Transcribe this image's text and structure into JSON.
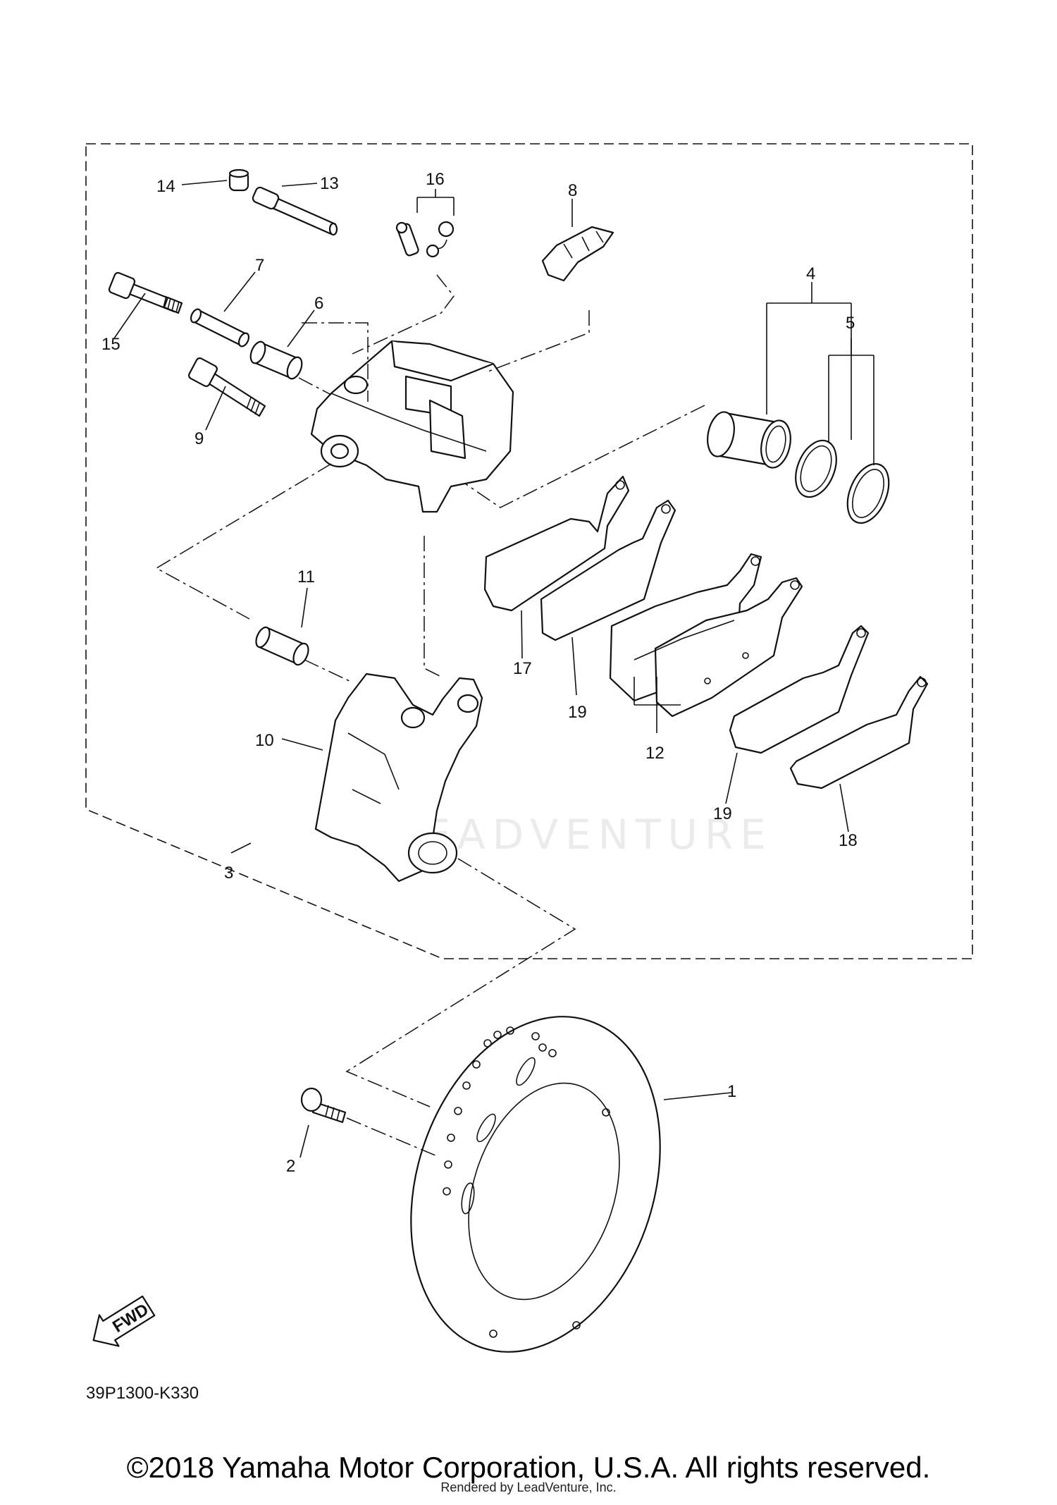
{
  "diagram": {
    "callouts": {
      "p1": "1",
      "p2": "2",
      "p3": "3",
      "p4": "4",
      "p5": "5",
      "p6": "6",
      "p7": "7",
      "p8": "8",
      "p9": "9",
      "p10": "10",
      "p11": "11",
      "p12": "12",
      "p13": "13",
      "p14": "14",
      "p15": "15",
      "p16": "16",
      "p17": "17",
      "p18": "18",
      "p19a": "19",
      "p19b": "19"
    },
    "fwd_label": "FWD",
    "diagram_code": "39P1300-K330"
  },
  "watermark": {
    "text": "LEADVENTURE"
  },
  "footer": {
    "copyright": "©2018 Yamaha Motor Corporation, U.S.A. All rights reserved.",
    "rendered_by": "Rendered by LeadVenture, Inc."
  }
}
